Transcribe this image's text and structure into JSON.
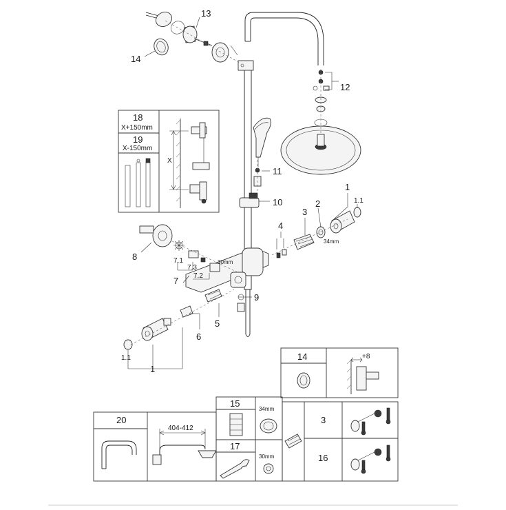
{
  "callouts": {
    "c13": "13",
    "c14": "14",
    "c12": "12",
    "c11": "11",
    "c10": "10",
    "c1_right": "1",
    "c11_right": "1.1",
    "c2": "2",
    "c3": "3",
    "c4": "4",
    "c34mm": "34mm",
    "c30mm": "30mm",
    "c8": "8",
    "c71": "7.1",
    "c73": "7.3",
    "c72": "7.2",
    "c7": "7",
    "c9": "9",
    "c5": "5",
    "c6": "6",
    "c11_left": "1.1",
    "c1_left": "1"
  },
  "inset_height": {
    "n18": "18",
    "d18": "X+150mm",
    "n19": "19",
    "d19": "X-150mm",
    "x": "X"
  },
  "table": {
    "n14": "14",
    "plus8": "+8",
    "n20": "20",
    "dim": "404-412",
    "n15": "15",
    "d15": "34mm",
    "n17": "17",
    "d17": "30mm",
    "n3": "3",
    "n16": "16"
  },
  "colors": {
    "line": "#222222",
    "fill": "#f4f4f4",
    "dark": "#3a3a3a"
  }
}
